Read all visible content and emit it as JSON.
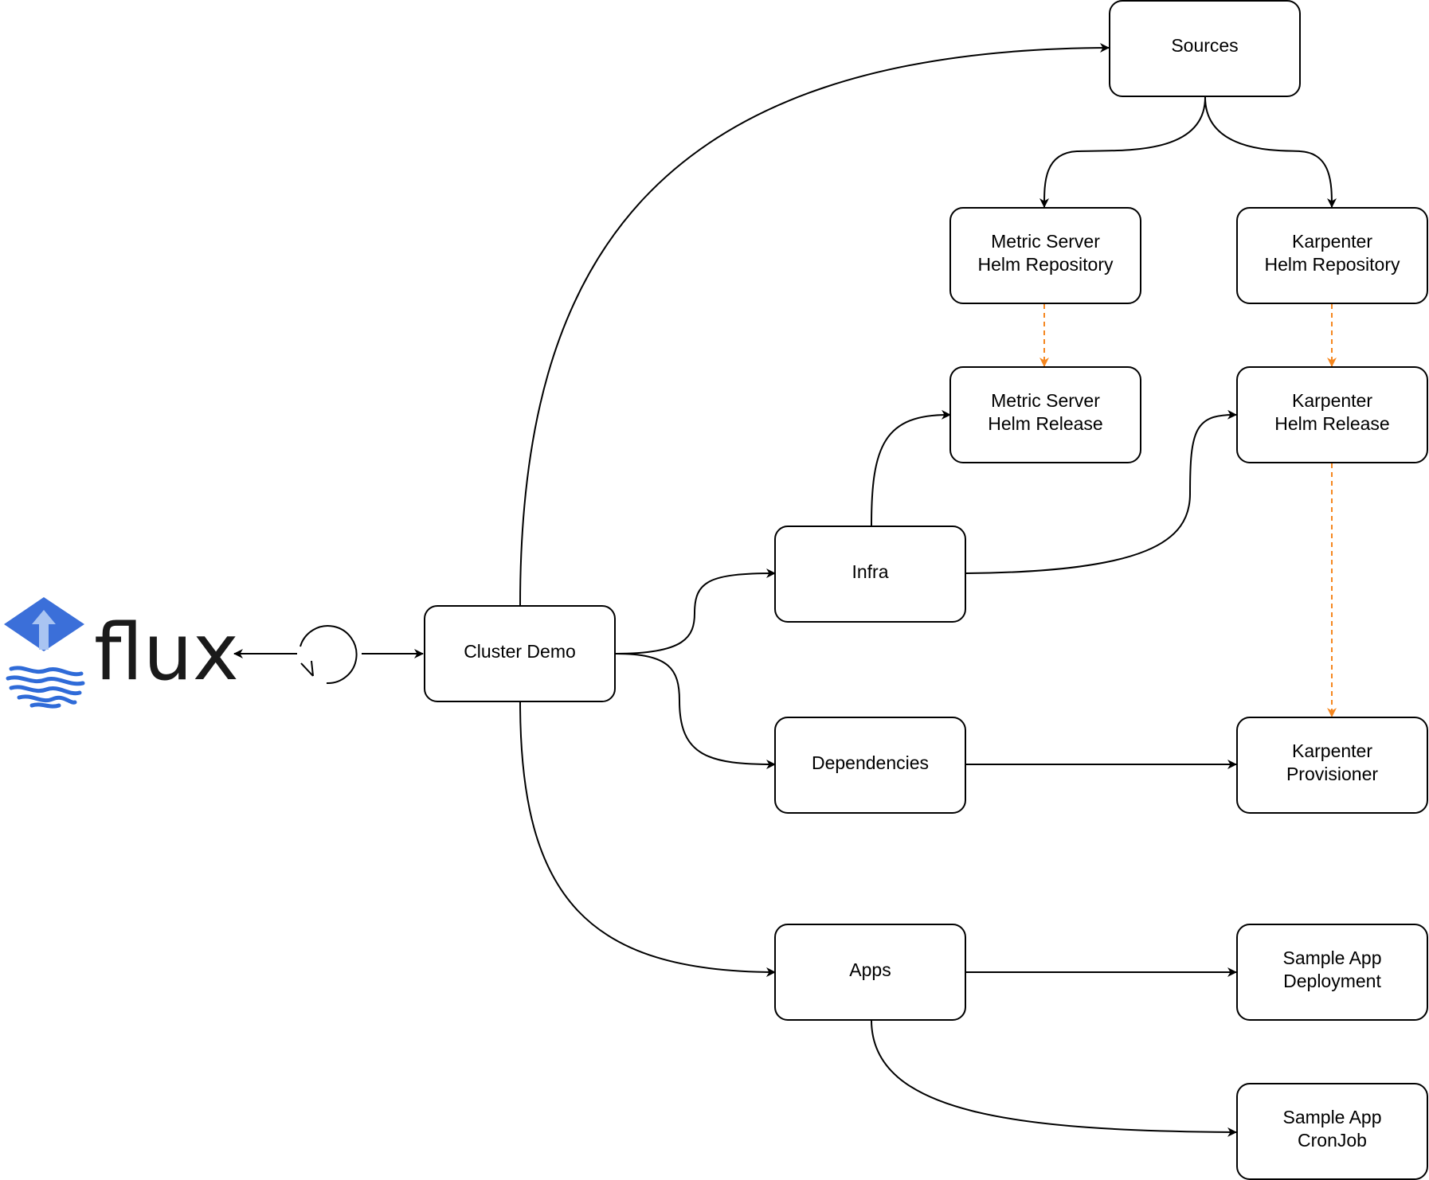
{
  "brand": {
    "logo_text": "flux",
    "logo_colors": {
      "diamond": "#3b6fd9",
      "arrow": "#a9c4f2",
      "waves": "#2f6bd8"
    }
  },
  "nodes": {
    "sources": {
      "line1": "Sources",
      "line2": ""
    },
    "metric_repo": {
      "line1": "Metric Server",
      "line2": "Helm Repository"
    },
    "karpenter_repo": {
      "line1": "Karpenter",
      "line2": "Helm Repository"
    },
    "metric_release": {
      "line1": "Metric Server",
      "line2": "Helm Release"
    },
    "karpenter_release": {
      "line1": "Karpenter",
      "line2": "Helm Release"
    },
    "infra": {
      "line1": "Infra",
      "line2": ""
    },
    "cluster_demo": {
      "line1": "Cluster Demo",
      "line2": ""
    },
    "dependencies": {
      "line1": "Dependencies",
      "line2": ""
    },
    "karpenter_provisioner": {
      "line1": "Karpenter",
      "line2": "Provisioner"
    },
    "apps": {
      "line1": "Apps",
      "line2": ""
    },
    "sample_deployment": {
      "line1": "Sample App",
      "line2": "Deployment"
    },
    "sample_cronjob": {
      "line1": "Sample App",
      "line2": "CronJob"
    }
  },
  "edge_colors": {
    "solid": "#000000",
    "dependency_dashed": "#f5861f"
  }
}
